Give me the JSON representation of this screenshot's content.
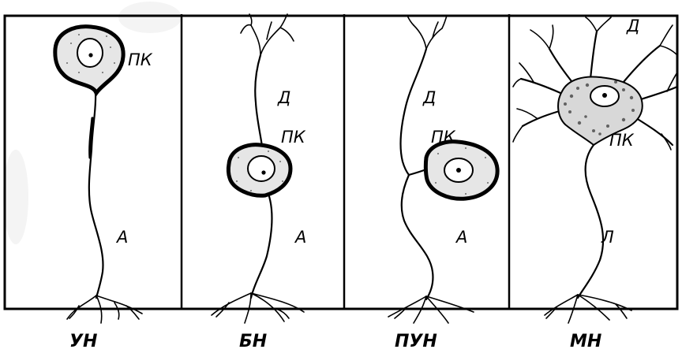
{
  "panels": [
    {
      "caption": "УН",
      "labels": {
        "pk": "ПК",
        "a": "А"
      }
    },
    {
      "caption": "БН",
      "labels": {
        "d": "Д",
        "pk": "ПК",
        "a": "А"
      }
    },
    {
      "caption": "ПУН",
      "labels": {
        "d": "Д",
        "pk": "ПК",
        "a": "А"
      }
    },
    {
      "caption": "МН",
      "labels": {
        "d": "Д",
        "pk": "ПК",
        "a": "Л"
      }
    }
  ]
}
